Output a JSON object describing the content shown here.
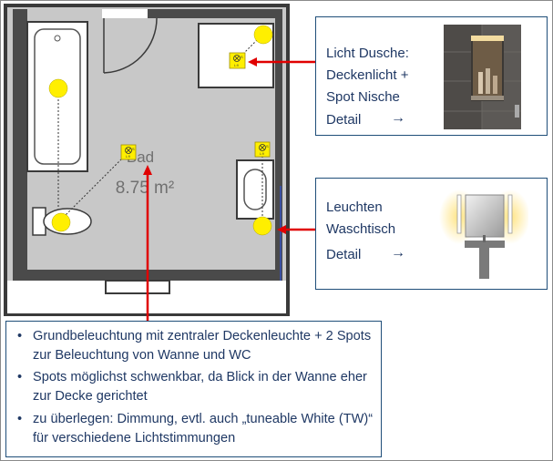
{
  "colors": {
    "wall": "#3a3a3a",
    "floor": "#c8c8c8",
    "text": "#1f3864",
    "box_border": "#1f4e79",
    "arrow": "#e00000",
    "lamp": "#ffef00"
  },
  "plan": {
    "room_name": "Bad",
    "room_area": "8.75 m²",
    "symbol_label": "S",
    "symbol_sub": "L:9"
  },
  "callout_shower": {
    "lines": [
      "Licht Dusche:",
      "Deckenlicht +",
      "Spot Nische"
    ],
    "detail": "Detail",
    "arrow": "→"
  },
  "callout_sink": {
    "lines": [
      "Leuchten",
      "Waschtisch"
    ],
    "detail": "Detail",
    "arrow": "→"
  },
  "notes": {
    "items": [
      "Grundbeleuchtung mit zentraler Deckenleuchte + 2 Spots zur Beleuchtung von Wanne und WC",
      "Spots möglichst schwenkbar, da Blick in der Wanne eher zur Decke gerichtet",
      "zu überlegen: Dimmung, evtl. auch „tuneable White (TW)“ für verschiedene Lichtstimmungen"
    ]
  }
}
